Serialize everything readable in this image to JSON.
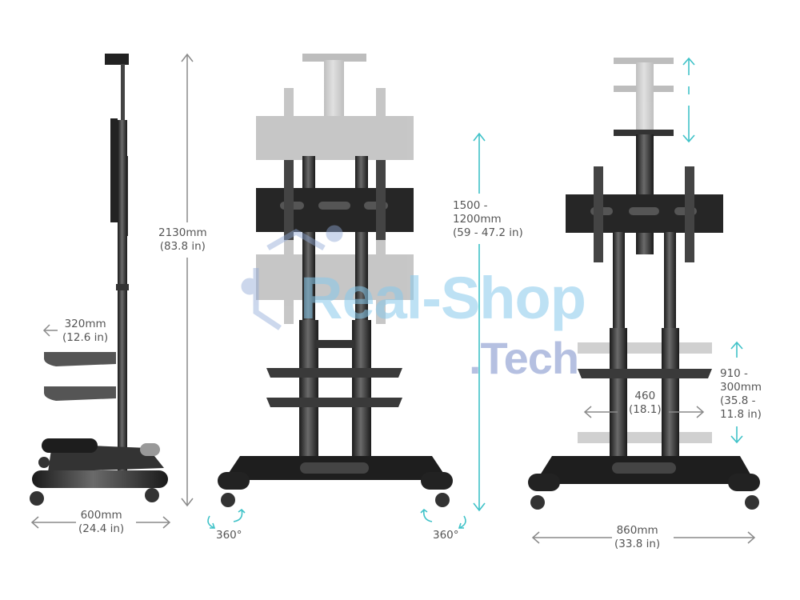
{
  "diagram": {
    "subject": "Mobile TV stand / cart dimension diagram",
    "views": [
      "side",
      "front (height adjustment)",
      "front (shelf adjustment)"
    ],
    "colors": {
      "accent": "#3fc2c8",
      "dimension_line": "#8a8a8a",
      "text": "#555555",
      "stand": "#2a2a2a",
      "ghost": "#9a9a9a",
      "watermark": "#8fa8d6"
    }
  },
  "labels": {
    "total_height": {
      "mm": "2130mm",
      "in": "(83.8 in)"
    },
    "shelf_depth": {
      "mm": "320mm",
      "in": "(12.6 in)"
    },
    "base_depth": {
      "mm": "600mm",
      "in": "(24.4 in)"
    },
    "tv_height_range": {
      "line1": "1500 -",
      "line2": "1200mm",
      "line3": "(59 - 47.2 in)"
    },
    "caster_left": "360°",
    "caster_right": "360°",
    "shelf_height_range": {
      "line1": "910 -",
      "line2": "300mm",
      "line3": "(35.8 -",
      "line4": "11.8 in)"
    },
    "pole_spacing": {
      "mm": "460",
      "in": "(18.1)"
    },
    "base_width": {
      "mm": "860mm",
      "in": "(33.8 in)"
    }
  },
  "watermark": {
    "line1": "Real-Shop",
    "line2": ".Tech"
  }
}
